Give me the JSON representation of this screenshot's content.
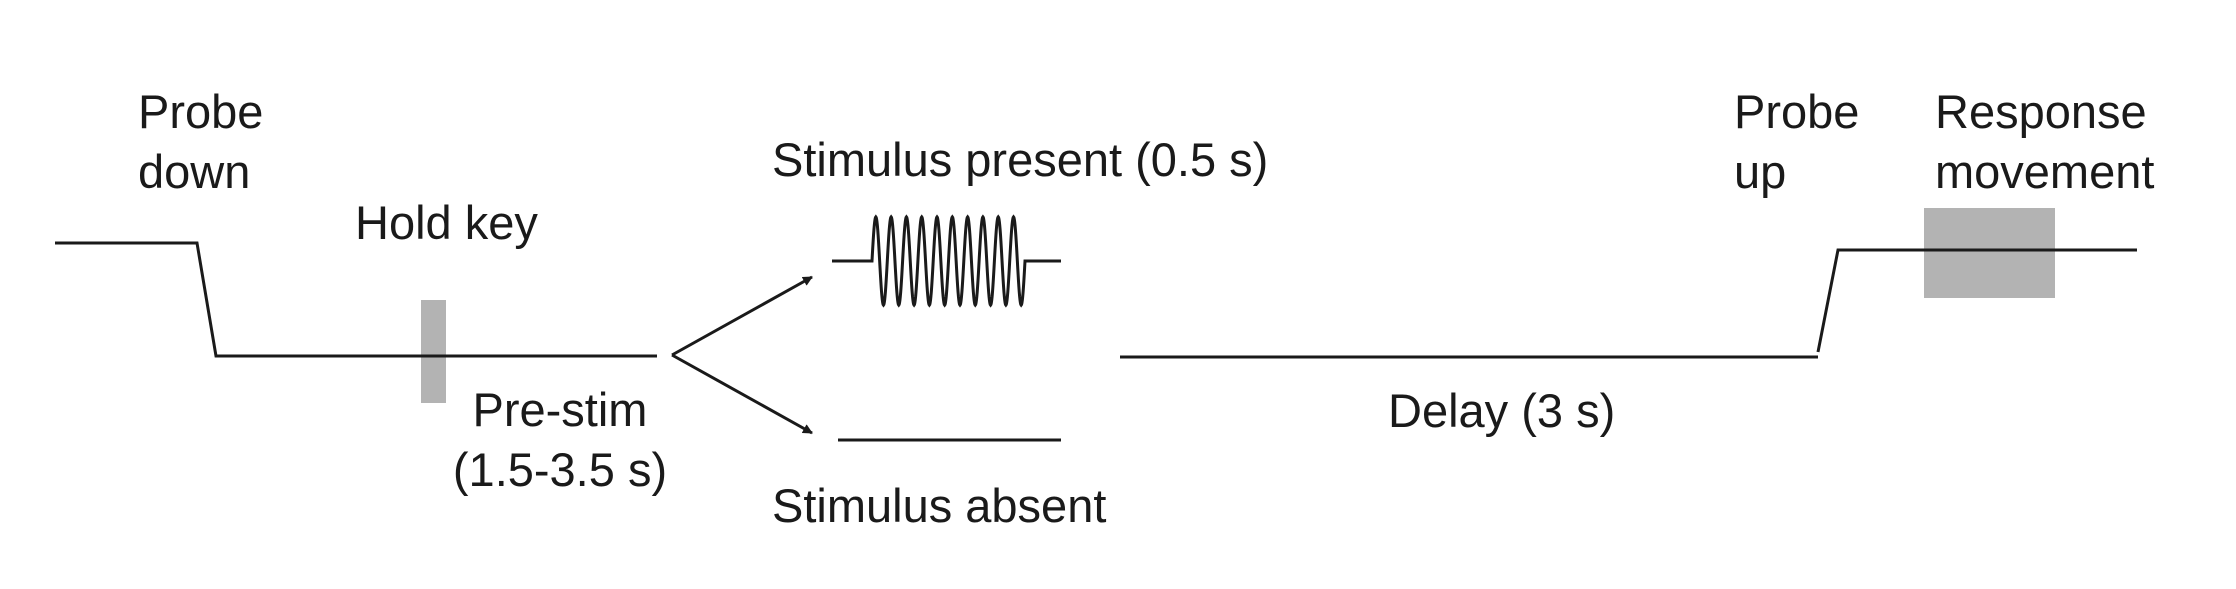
{
  "labels": {
    "probe_down": [
      "Probe",
      "down"
    ],
    "hold_key": "Hold key",
    "pre_stim": [
      "Pre-stim",
      "(1.5-3.5 s)"
    ],
    "stimulus_present": "Stimulus present (0.5 s)",
    "stimulus_absent": "Stimulus absent",
    "delay": "Delay (3 s)",
    "probe_up": [
      "Probe",
      "up"
    ],
    "response_movement": [
      "Response",
      "movement"
    ]
  },
  "colors": {
    "line": "#1a1a1a",
    "shade": "#b3b3b3"
  },
  "stimulus": {
    "oscillation_cycles": 10
  }
}
